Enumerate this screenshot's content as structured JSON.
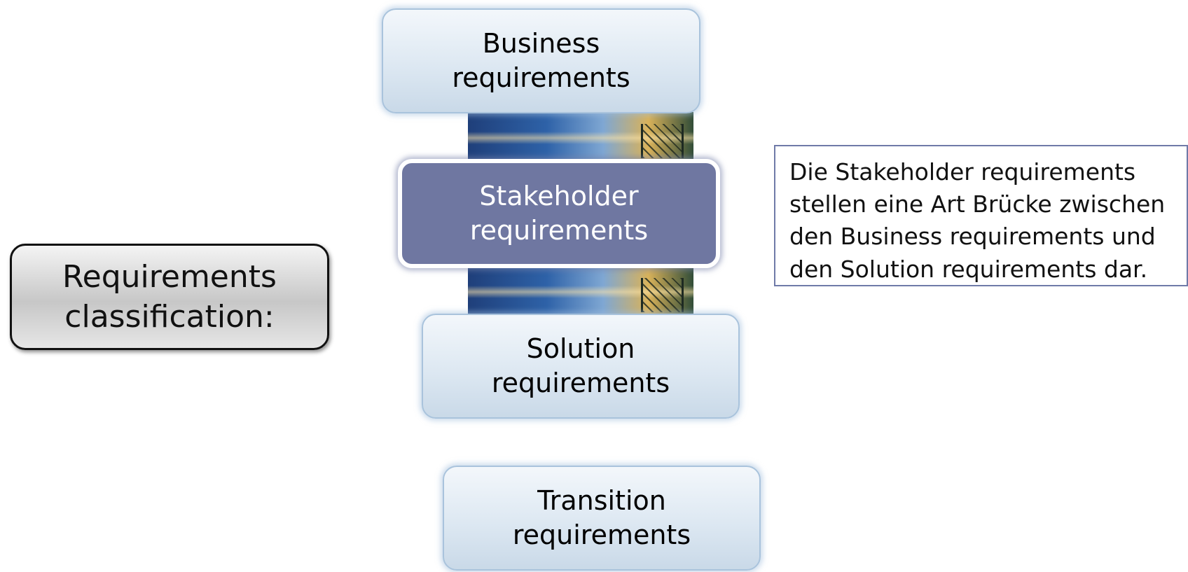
{
  "classification": {
    "label": "Requirements classification:"
  },
  "requirements": [
    {
      "label": "Business requirements",
      "active": false
    },
    {
      "label": "Stakeholder requirements",
      "active": true
    },
    {
      "label": "Solution requirements",
      "active": false
    },
    {
      "label": "Transition requirements",
      "active": false
    }
  ],
  "note": {
    "text": "Die Stakeholder requirements stellen eine Art Brücke zwischen den Business requirements und den Solution requirements dar."
  },
  "colors": {
    "active_fill": "#6f77a1",
    "box_border": "#a9c3dc",
    "note_border": "#6f7aa8"
  },
  "icons": [
    "bridge-photo"
  ]
}
